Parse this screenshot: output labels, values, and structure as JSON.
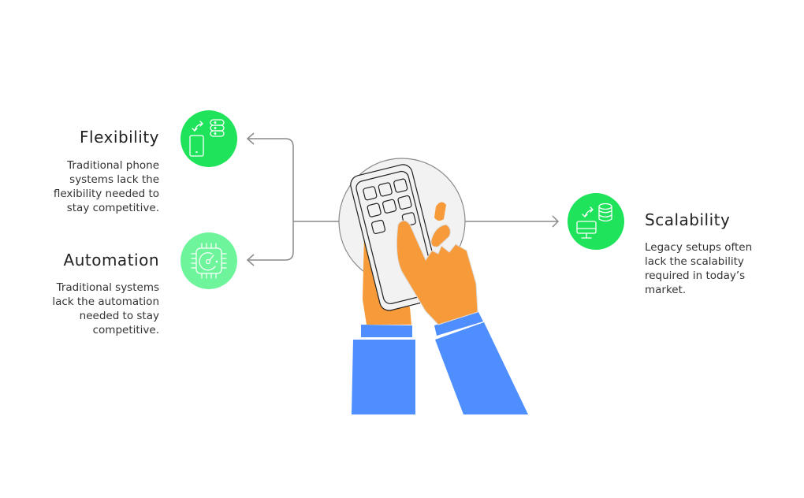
{
  "colors": {
    "green_primary": "#1FE35A",
    "green_light": "#6EF59C",
    "skin": "#F79A3A",
    "sleeve": "#4F8EFF",
    "line": "#8a8a8a",
    "plate": "#F2F2F2"
  },
  "features": [
    {
      "title": "Flexibility",
      "description": "Traditional phone systems lack the flexibility needed to stay competitive.",
      "lines": [
        "Traditional phone",
        "systems lack the",
        "flexibility needed to",
        "stay competitive."
      ],
      "icon": "phone-server-sync-icon"
    },
    {
      "title": "Automation",
      "description": "Traditional systems lack the automation needed to stay competitive.",
      "lines": [
        "Traditional systems",
        "lack the automation",
        "needed to stay",
        "competitive."
      ],
      "icon": "cpu-gauge-icon"
    },
    {
      "title": "Scalability",
      "description": "Legacy setups often lack the scalability required in today’s market.",
      "lines": [
        "Legacy setups often",
        "lack the scalability",
        "required in today’s",
        "market."
      ],
      "icon": "monitor-database-sync-icon"
    }
  ],
  "center": {
    "illustration": "hands-using-phone-keypad"
  }
}
